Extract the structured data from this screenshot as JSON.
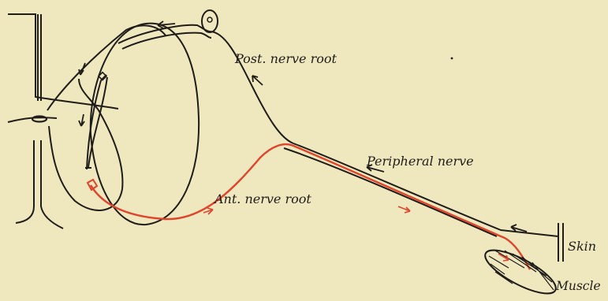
{
  "labels": {
    "post_root": "Post. nerve root",
    "peripheral": "Peripheral nerve",
    "ant_root": "Ant. nerve root",
    "skin": "Skin",
    "muscle": "Muscle"
  },
  "colors": {
    "background": "#efe7bd",
    "ink": "#1f1c1a",
    "motor": "#e0442c"
  }
}
